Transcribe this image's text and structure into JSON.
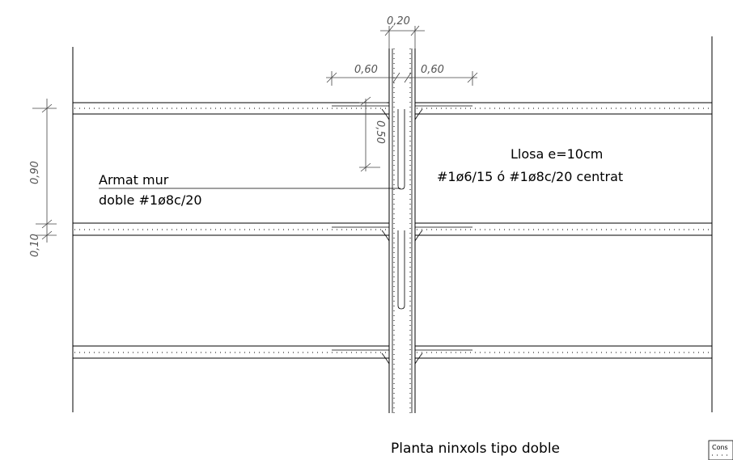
{
  "drawing": {
    "title": "Planta ninxols tipo doble",
    "wall_note": {
      "line1": "Armat mur",
      "line2": "doble #1ø8c/20"
    },
    "slab_note": {
      "line1": "Llosa e=10cm",
      "line2": "#1ø6/15 ó #1ø8c/20 centrat"
    },
    "dimensions": {
      "wall_thickness": "0,20",
      "lap_left": "0,60",
      "lap_right": "0,60",
      "anchor": "0,50",
      "niche_height": "0,90",
      "slab_thickness": "0,10"
    },
    "title_block_fragment": "Cons"
  }
}
